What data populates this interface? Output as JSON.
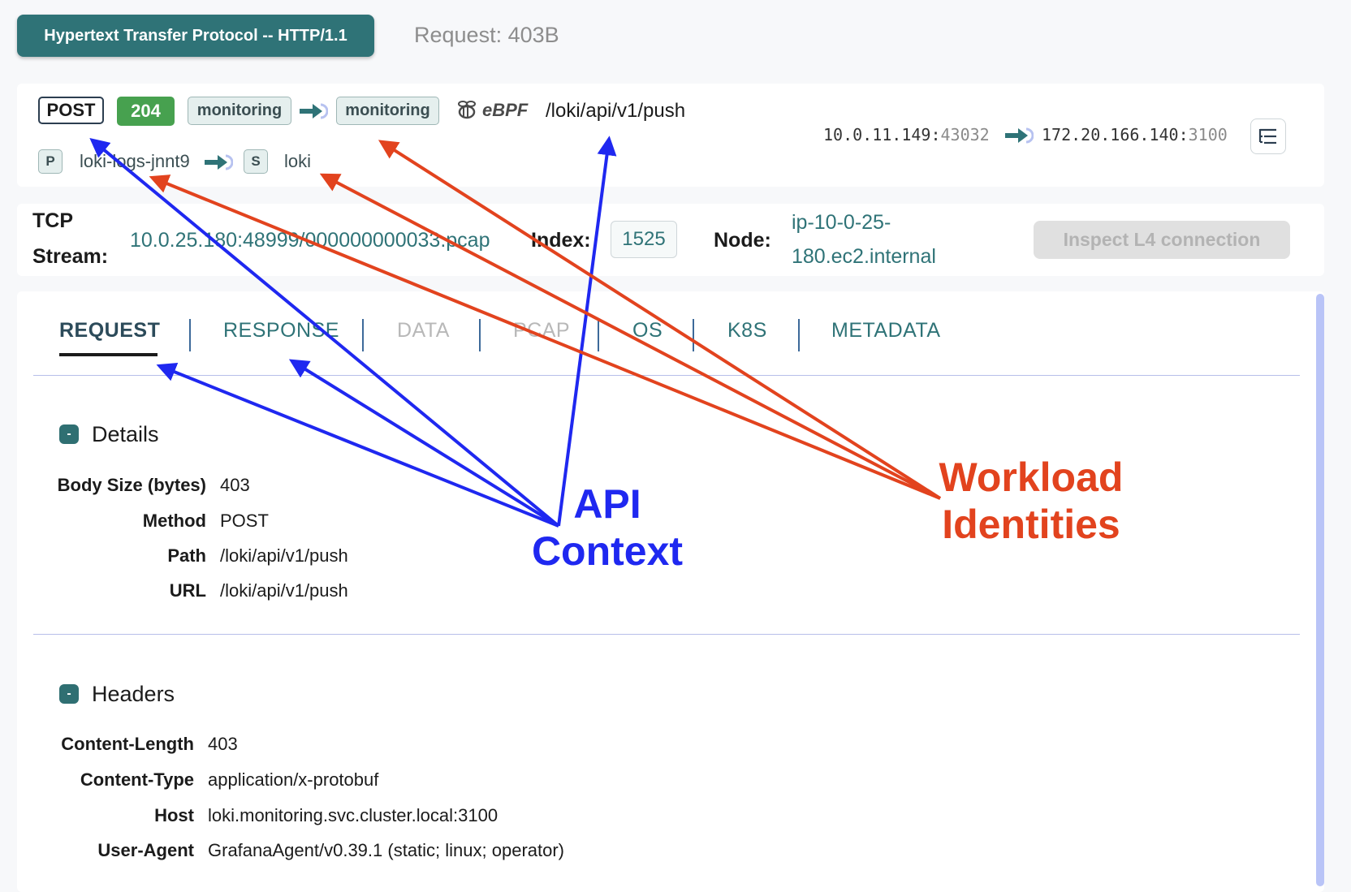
{
  "header": {
    "protocol_label": "Hypertext Transfer Protocol -- HTTP/1.1",
    "request_label": "Request: 403B"
  },
  "entry": {
    "method": "POST",
    "status": "204",
    "src_namespace": "monitoring",
    "dst_namespace": "monitoring",
    "ebpf_label": "eBPF",
    "path": "/loki/api/v1/push",
    "src_ip": "10.0.11.149",
    "src_port": "43032",
    "dst_ip": "172.20.166.140",
    "dst_port": "3100",
    "src_kind": "P",
    "src_name": "loki-logs-jnnt9",
    "dst_kind": "S",
    "dst_name": "loki"
  },
  "tcp": {
    "stream_label_1": "TCP",
    "stream_label_2": "Stream:",
    "stream_value": "10.0.25.180:48999/000000000033.pcap",
    "index_label": "Index:",
    "index_value": "1525",
    "node_label": "Node:",
    "node_value_1": "ip-10-0-25-",
    "node_value_2": "180.ec2.internal",
    "inspect_button": "Inspect L4 connection"
  },
  "tabs": [
    {
      "label": "REQUEST"
    },
    {
      "label": "RESPONSE"
    },
    {
      "label": "DATA"
    },
    {
      "label": "PCAP"
    },
    {
      "label": "OS"
    },
    {
      "label": "K8S"
    },
    {
      "label": "METADATA"
    }
  ],
  "details": {
    "title": "Details",
    "toggle": "-",
    "rows": [
      {
        "label": "Body Size (bytes)",
        "value": "403"
      },
      {
        "label": "Method",
        "value": "POST"
      },
      {
        "label": "Path",
        "value": "/loki/api/v1/push"
      },
      {
        "label": "URL",
        "value": "/loki/api/v1/push"
      }
    ]
  },
  "headers": {
    "title": "Headers",
    "toggle": "-",
    "rows": [
      {
        "label": "Content-Length",
        "value": "403"
      },
      {
        "label": "Content-Type",
        "value": "application/x-protobuf"
      },
      {
        "label": "Host",
        "value": "loki.monitoring.svc.cluster.local:3100"
      },
      {
        "label": "User-Agent",
        "value": "GrafanaAgent/v0.39.1 (static; linux; operator)"
      }
    ]
  },
  "annotations": {
    "api_line1": "API",
    "api_line2": "Context",
    "workload_line1": "Workload",
    "workload_line2": "Identities",
    "api_color": "#1f28f0",
    "workload_color": "#e2431e"
  },
  "colors": {
    "brand_teal": "#2f7377",
    "status_green": "#47a14f"
  }
}
